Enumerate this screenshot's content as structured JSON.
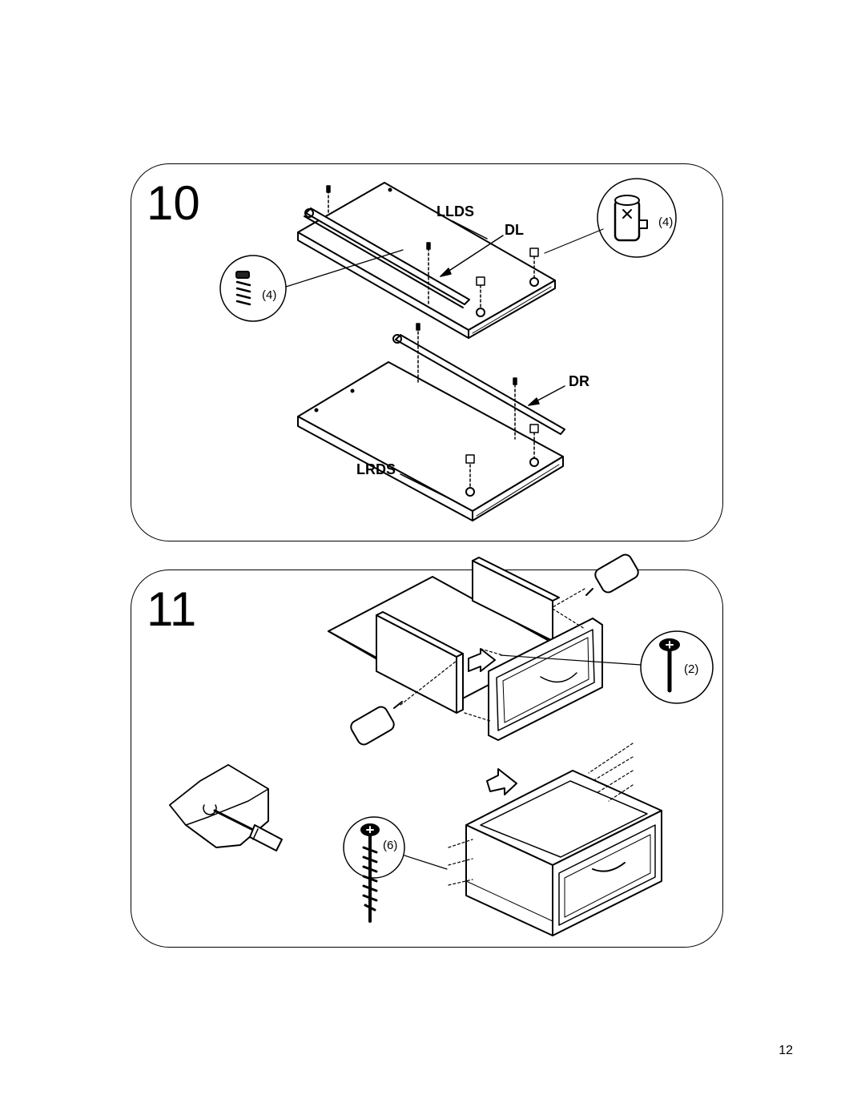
{
  "page": {
    "number": "12"
  },
  "steps": [
    {
      "number": "10",
      "labels": {
        "llds": "LLDS",
        "dl": "DL",
        "dr": "DR",
        "lrds": "LRDS"
      },
      "callouts": [
        {
          "part": "cam-bolt",
          "quantity": "(4)"
        },
        {
          "part": "cam-lock",
          "quantity": "(4)"
        }
      ]
    },
    {
      "number": "11",
      "callouts": [
        {
          "part": "machine-screw",
          "quantity": "(2)"
        },
        {
          "part": "wood-screw",
          "quantity": "(6)"
        }
      ]
    }
  ],
  "colors": {
    "line": "#000000",
    "background": "#ffffff"
  }
}
